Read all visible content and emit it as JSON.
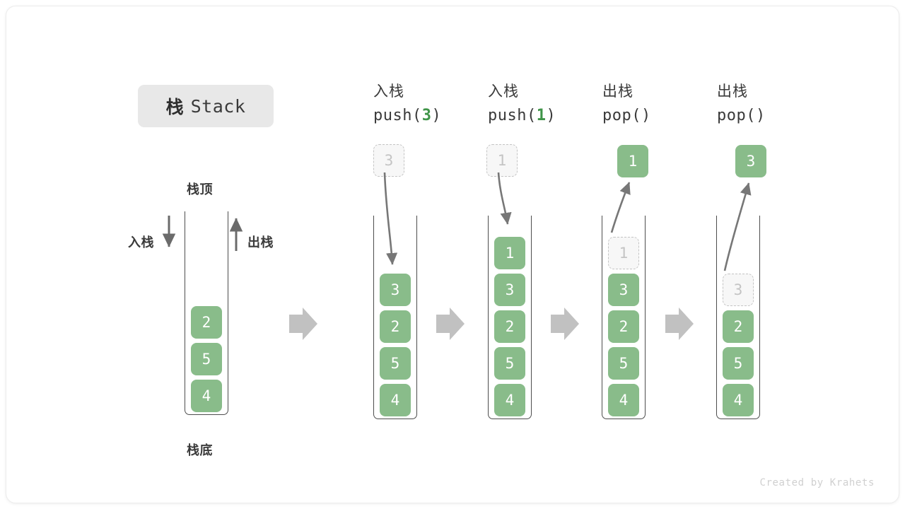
{
  "title": {
    "cjk": "栈",
    "en": "Stack"
  },
  "labels": {
    "top": "栈顶",
    "bottom": "栈底",
    "push": "入栈",
    "pop": "出栈"
  },
  "colors": {
    "cell_fill": "#89bc8a",
    "cell_text": "#ffffff",
    "ghost_fill": "#f7f7f7",
    "ghost_border": "#c4c4c4",
    "accent_green": "#3f9448",
    "arrow_gray": "#8c8c8c",
    "step_arrow": "#bfbfbf",
    "badge_bg": "#e8e8e8",
    "container_stroke": "#4d4d4d"
  },
  "initial_stack": {
    "name": "initial",
    "items": [
      "2",
      "5",
      "4"
    ]
  },
  "steps": [
    {
      "id": "push-3",
      "header_cjk": "入栈",
      "header_code_prefix": "push(",
      "header_code_value": "3",
      "header_code_suffix": ")",
      "operation": "push",
      "float_value": "3",
      "float_style": "ghost",
      "items": [
        {
          "value": "3",
          "style": "filled"
        },
        {
          "value": "2",
          "style": "filled"
        },
        {
          "value": "5",
          "style": "filled"
        },
        {
          "value": "4",
          "style": "filled"
        }
      ]
    },
    {
      "id": "push-1",
      "header_cjk": "入栈",
      "header_code_prefix": "push(",
      "header_code_value": "1",
      "header_code_suffix": ")",
      "operation": "push",
      "float_value": "1",
      "float_style": "ghost",
      "items": [
        {
          "value": "1",
          "style": "filled"
        },
        {
          "value": "3",
          "style": "filled"
        },
        {
          "value": "2",
          "style": "filled"
        },
        {
          "value": "5",
          "style": "filled"
        },
        {
          "value": "4",
          "style": "filled"
        }
      ]
    },
    {
      "id": "pop-1",
      "header_cjk": "出栈",
      "header_code_prefix": "pop(",
      "header_code_value": "",
      "header_code_suffix": ")",
      "operation": "pop",
      "float_value": "1",
      "float_style": "filled",
      "items": [
        {
          "value": "1",
          "style": "ghost"
        },
        {
          "value": "3",
          "style": "filled"
        },
        {
          "value": "2",
          "style": "filled"
        },
        {
          "value": "5",
          "style": "filled"
        },
        {
          "value": "4",
          "style": "filled"
        }
      ]
    },
    {
      "id": "pop-2",
      "header_cjk": "出栈",
      "header_code_prefix": "pop(",
      "header_code_value": "",
      "header_code_suffix": ")",
      "operation": "pop",
      "float_value": "3",
      "float_style": "filled",
      "items": [
        {
          "value": "3",
          "style": "ghost"
        },
        {
          "value": "2",
          "style": "filled"
        },
        {
          "value": "5",
          "style": "filled"
        },
        {
          "value": "4",
          "style": "filled"
        }
      ]
    }
  ],
  "credit": "Created by Krahets"
}
